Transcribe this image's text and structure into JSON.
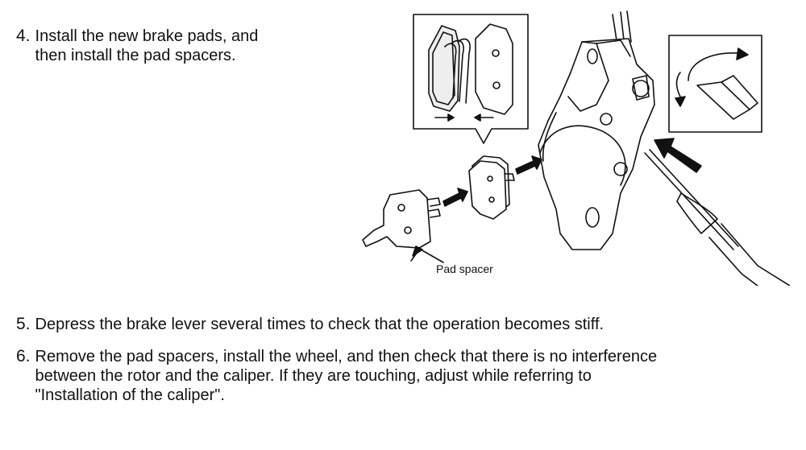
{
  "steps": [
    {
      "number": "4.",
      "lines": [
        "Install the new brake pads, and",
        "then install the pad spacers."
      ]
    },
    {
      "number": "5.",
      "lines": [
        "Depress the brake lever several times to check that the operation becomes stiff."
      ]
    },
    {
      "number": "6.",
      "lines": [
        "Remove the pad spacers, install the wheel, and then check that there is no interference",
        "between the rotor and the caliper. If they are touching, adjust while referring to",
        "\"Installation of the caliper\"."
      ]
    }
  ],
  "figure": {
    "callout_label": "Pad spacer"
  }
}
